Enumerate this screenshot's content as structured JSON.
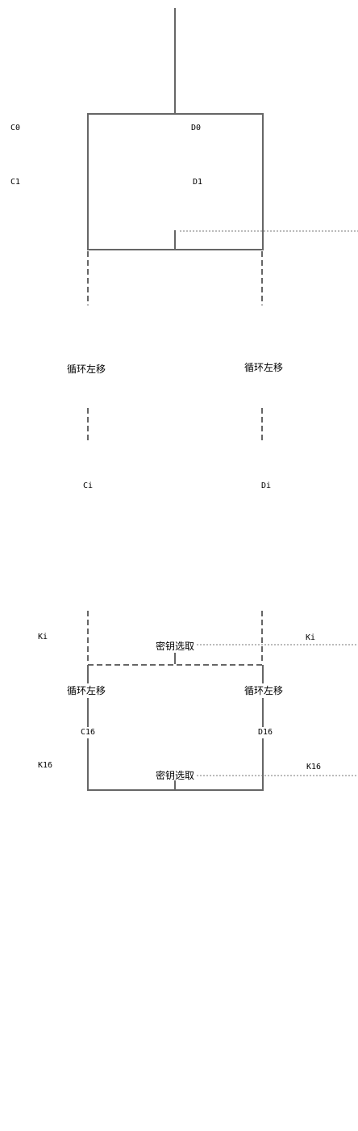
{
  "labels": {
    "c0": "C0",
    "d0": "D0",
    "c1": "C1",
    "d1": "D1",
    "rotate_left_c_upper": "循环左移",
    "rotate_left_d_upper": "循环左移",
    "ci": "Ci",
    "di": "Di",
    "ki_left": "Ki",
    "key_select_1": "密钥选取",
    "ki_right": "Ki",
    "rotate_left_c_lower": "循环左移",
    "rotate_left_d_lower": "循环左移",
    "c16": "C16",
    "d16": "D16",
    "k16_left": "K16",
    "key_select_2": "密钥选取",
    "k16_right": "K16"
  },
  "colors": {
    "line": "#666666",
    "dotted": "#777777",
    "text": "#000000"
  }
}
